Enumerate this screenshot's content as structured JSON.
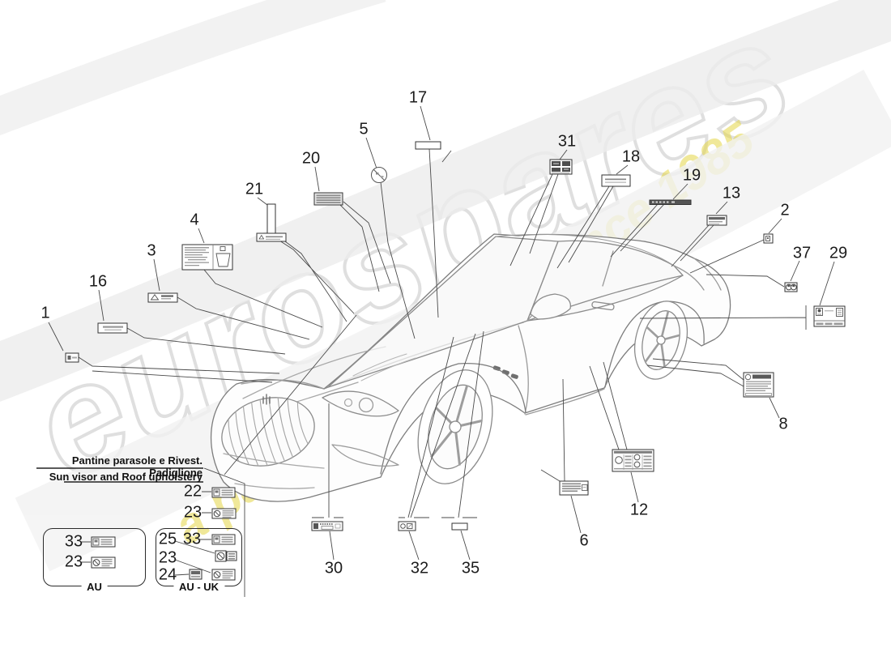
{
  "watermark": {
    "brand": "eurospares",
    "tagline": "a passion for parts since 1985"
  },
  "heading": {
    "italian": "Pantine parasole e Rivest. Padiglione",
    "english": "Sun visor and Roof upholstery"
  },
  "groups": {
    "au": {
      "label": "AU"
    },
    "au_uk": {
      "label": "AU - UK"
    }
  },
  "callouts": {
    "n1": "1",
    "n2": "2",
    "n3": "3",
    "n4": "4",
    "n5": "5",
    "n6": "6",
    "n8": "8",
    "n12": "12",
    "n13": "13",
    "n16": "16",
    "n17": "17",
    "n18": "18",
    "n19": "19",
    "n20": "20",
    "n21": "21",
    "n22": "22",
    "n23": "23",
    "n24": "24",
    "n25": "25",
    "n29": "29",
    "n30": "30",
    "n31": "31",
    "n32": "32",
    "n33": "33",
    "n35": "35",
    "n37": "37"
  }
}
